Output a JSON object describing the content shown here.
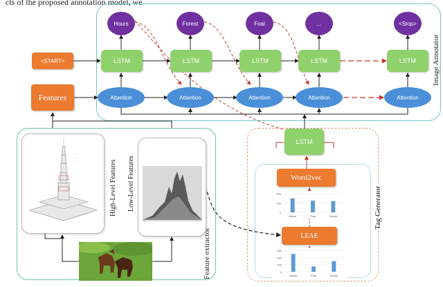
{
  "header_text": "cts of the proposed annotation model, we",
  "panels": {
    "annotator_label": "Image Annotator",
    "extractor_label": "Feature extractor",
    "tag_generator_label": "Tag Generator"
  },
  "inputs": {
    "start": "<START>",
    "features": "Features"
  },
  "output_words": [
    "Hours",
    "Forest",
    "Foal",
    "...",
    "<Stop>"
  ],
  "lstm_label": "LSTM",
  "attention_label": "Attention",
  "tag_generator": {
    "lstm": "LSTM",
    "word2vec": "Word2vec",
    "leae": "LEAE"
  },
  "feature_extractor": {
    "high_level_label": "High-Level Features",
    "low_level_label": "Low-Level Features"
  },
  "colors": {
    "orange": "#ec7a2f",
    "green": "#8fd16b",
    "blue": "#4a8fd8",
    "purple": "#7030a0"
  },
  "chart_data": [
    {
      "type": "bar",
      "categories": [
        "Hours",
        "Foal",
        "Forest"
      ],
      "values": [
        300,
        250,
        240
      ],
      "ylim": [
        0,
        400
      ],
      "yticks": [
        "400",
        "200",
        "0"
      ]
    },
    {
      "type": "bar",
      "categories": [
        "Hours",
        "Foal",
        "Forest"
      ],
      "values": [
        500,
        150,
        300
      ],
      "ylim": [
        0,
        600
      ],
      "yticks": [
        "600",
        "400",
        "200",
        "0"
      ]
    }
  ]
}
